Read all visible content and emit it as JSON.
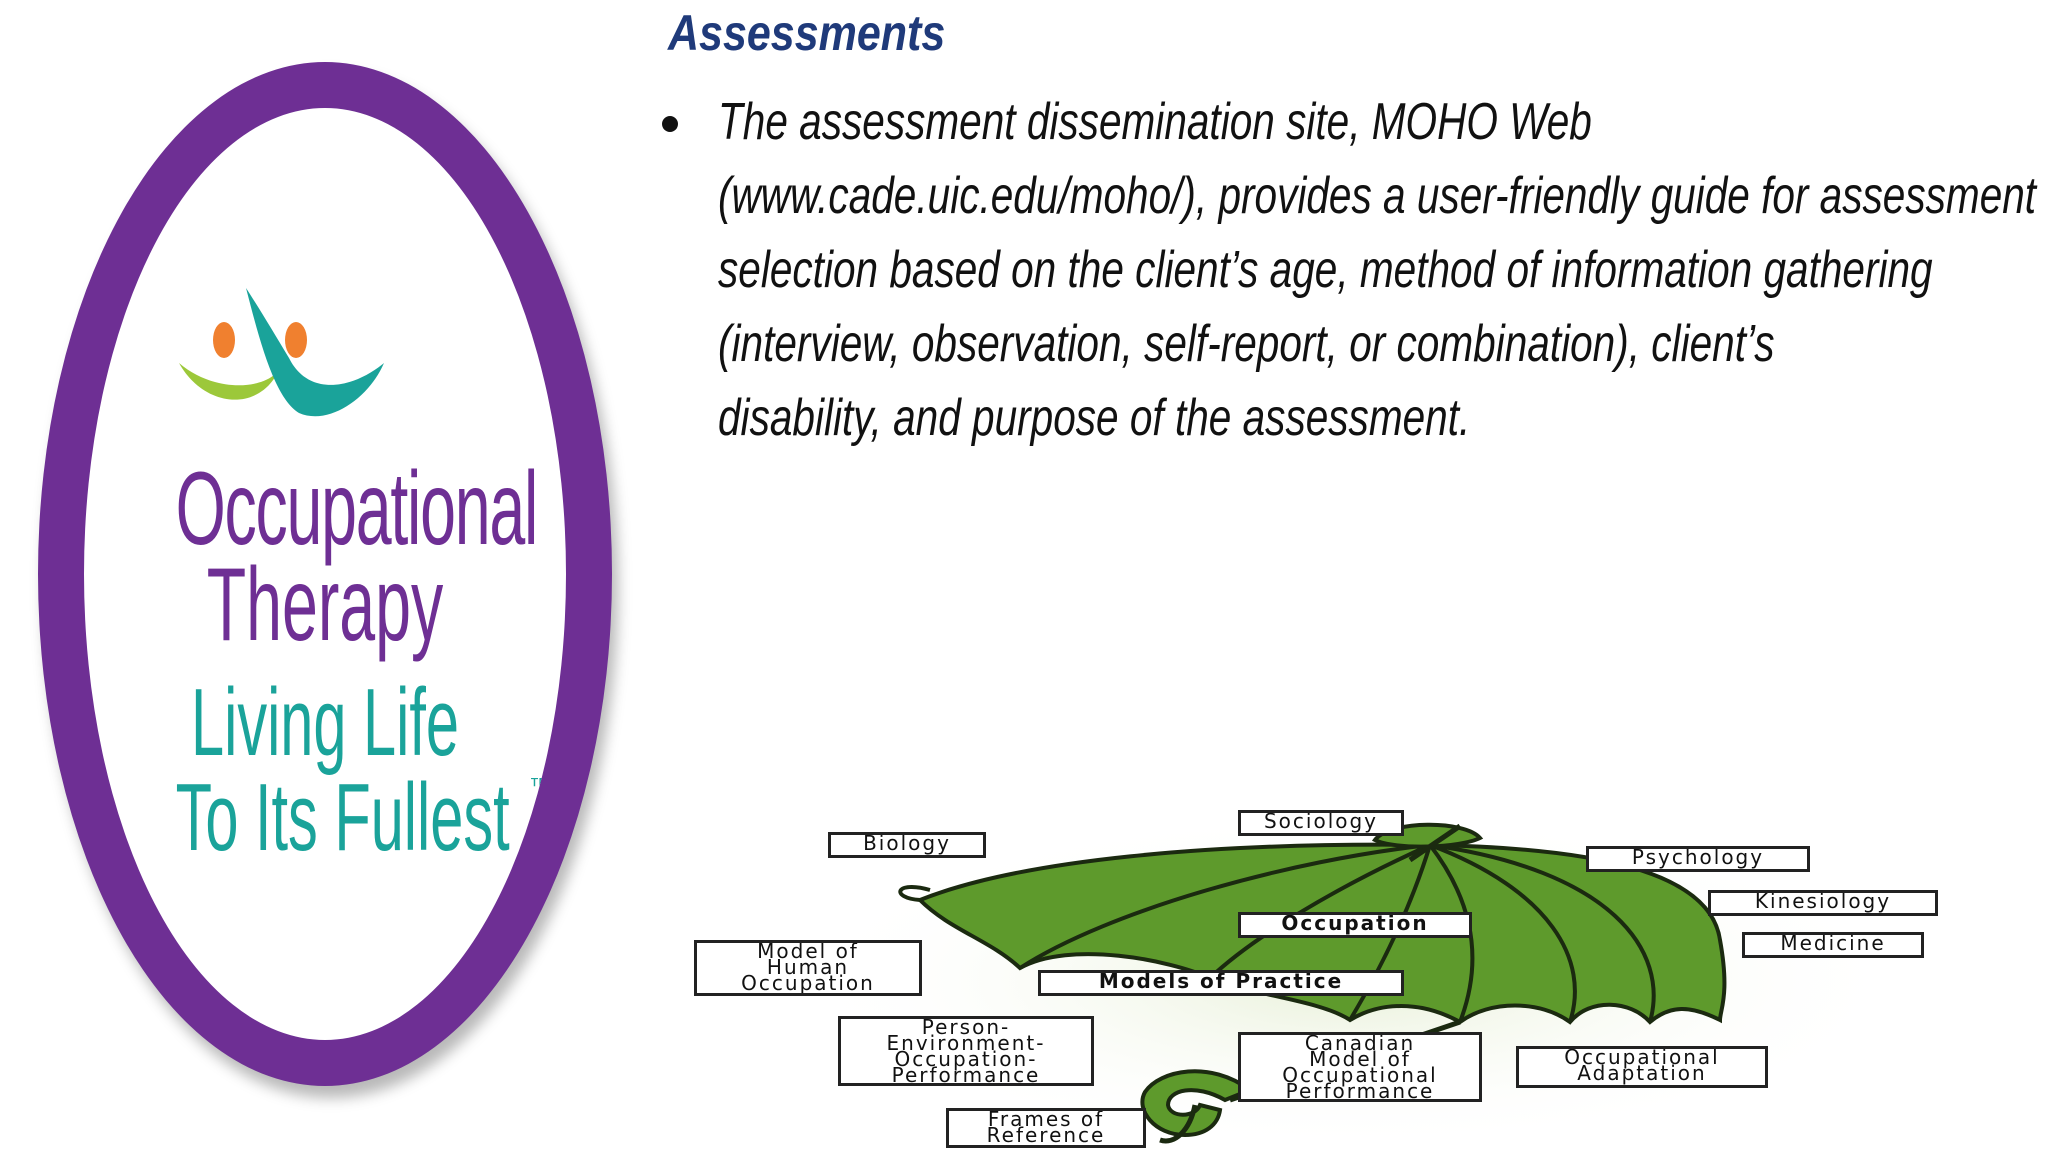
{
  "logo": {
    "line1": "Occupational",
    "line2": "Therapy",
    "line3": "Living Life",
    "line4": "To Its Fullest",
    "trademark": "™",
    "colors": {
      "ring": "#6e2f94",
      "teal": "#1aa39a",
      "green": "#9cc83a",
      "orange": "#f0802f"
    }
  },
  "slide": {
    "title": "Assessments",
    "bullet_lines": [
      "The assessment dissemination site, MOHO Web",
      "(www.cade.uic.edu/moho/), provides a user-friendly guide for assessment",
      "selection based on the client’s age, method of information gathering",
      "(interview, observation, self-report, or combination), client’s",
      "disability, and purpose of the assessment."
    ]
  },
  "diagram": {
    "umbrella_color": "#5e9a2c",
    "labels": {
      "sociology": "Sociology",
      "biology": "Biology",
      "psychology": "Psychology",
      "kinesiology": "Kinesiology",
      "medicine": "Medicine",
      "occupation": "Occupation",
      "models_of_practice": "Models of Practice",
      "moho": "Model of\nHuman\nOccupation",
      "peop": "Person-\nEnvironment-\nOccupation-\nPerformance",
      "cmop": "Canadian\nModel of\nOccupational\nPerformance",
      "occupational_adaptation": "Occupational\nAdaptation",
      "frames_of_reference": "Frames of\nReference"
    }
  }
}
